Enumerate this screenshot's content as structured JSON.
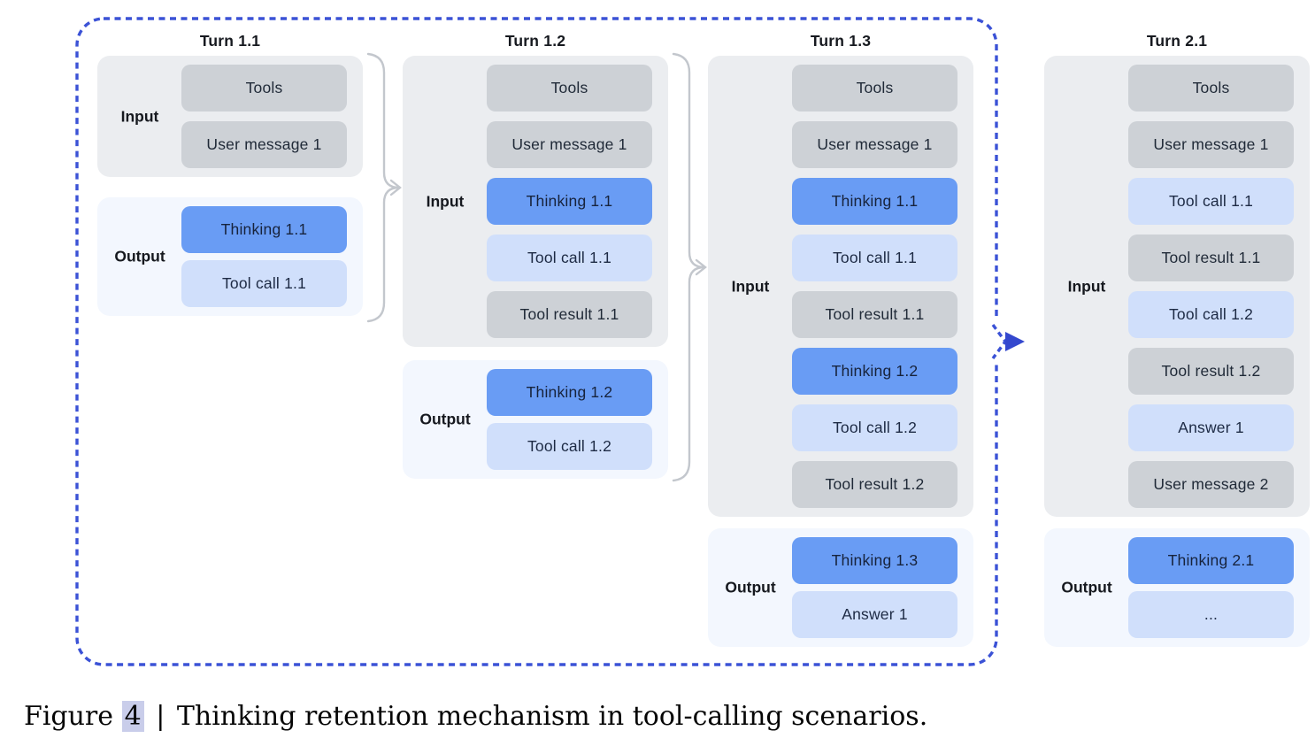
{
  "diagram": {
    "turns": [
      {
        "title": "Turn 1.1",
        "input_label": "Input",
        "output_label": "Output",
        "input_boxes": [
          {
            "label": "Tools",
            "type": "gray"
          },
          {
            "label": "User message 1",
            "type": "gray"
          }
        ],
        "output_boxes": [
          {
            "label": "Thinking 1.1",
            "type": "thinking"
          },
          {
            "label": "Tool call 1.1",
            "type": "toolcall"
          }
        ]
      },
      {
        "title": "Turn 1.2",
        "input_label": "Input",
        "output_label": "Output",
        "input_boxes": [
          {
            "label": "Tools",
            "type": "gray"
          },
          {
            "label": "User message 1",
            "type": "gray"
          },
          {
            "label": "Thinking 1.1",
            "type": "thinking"
          },
          {
            "label": "Tool call 1.1",
            "type": "toolcall"
          },
          {
            "label": "Tool result 1.1",
            "type": "gray"
          }
        ],
        "output_boxes": [
          {
            "label": "Thinking 1.2",
            "type": "thinking"
          },
          {
            "label": "Tool call 1.2",
            "type": "toolcall"
          }
        ]
      },
      {
        "title": "Turn 1.3",
        "input_label": "Input",
        "output_label": "Output",
        "input_boxes": [
          {
            "label": "Tools",
            "type": "gray"
          },
          {
            "label": "User message 1",
            "type": "gray"
          },
          {
            "label": "Thinking 1.1",
            "type": "thinking"
          },
          {
            "label": "Tool call 1.1",
            "type": "toolcall"
          },
          {
            "label": "Tool result 1.1",
            "type": "gray"
          },
          {
            "label": "Thinking 1.2",
            "type": "thinking"
          },
          {
            "label": "Tool call 1.2",
            "type": "toolcall"
          },
          {
            "label": "Tool result 1.2",
            "type": "gray"
          }
        ],
        "output_boxes": [
          {
            "label": "Thinking 1.3",
            "type": "thinking"
          },
          {
            "label": "Answer 1",
            "type": "toolcall"
          }
        ]
      },
      {
        "title": "Turn 2.1",
        "input_label": "Input",
        "output_label": "Output",
        "input_boxes": [
          {
            "label": "Tools",
            "type": "gray"
          },
          {
            "label": "User message 1",
            "type": "gray"
          },
          {
            "label": "Tool call 1.1",
            "type": "toolcall"
          },
          {
            "label": "Tool result 1.1",
            "type": "gray"
          },
          {
            "label": "Tool call 1.2",
            "type": "toolcall"
          },
          {
            "label": "Tool result 1.2",
            "type": "gray"
          },
          {
            "label": "Answer 1",
            "type": "toolcall"
          },
          {
            "label": "User message 2",
            "type": "gray"
          }
        ],
        "output_boxes": [
          {
            "label": "Thinking 2.1",
            "type": "thinking"
          },
          {
            "label": "...",
            "type": "toolcall"
          }
        ]
      }
    ]
  },
  "caption": {
    "figure_word": "Figure",
    "figure_number": "4",
    "separator": "|",
    "title": "Thinking retention mechanism in tool-calling scenarios."
  },
  "colors": {
    "dashed_border_blue": "#3b52d6",
    "arrow_blue": "#3448ce",
    "thinking_blue": "#699cf4",
    "tool_call_light_blue": "#d0dffb",
    "gray_box": "#cdd1d6",
    "input_panel_bg": "#ebedf0",
    "output_panel_bg": "#f3f7fe",
    "brace_gray": "#c3c7cd",
    "figure_number_highlight": "#c9cdea"
  }
}
